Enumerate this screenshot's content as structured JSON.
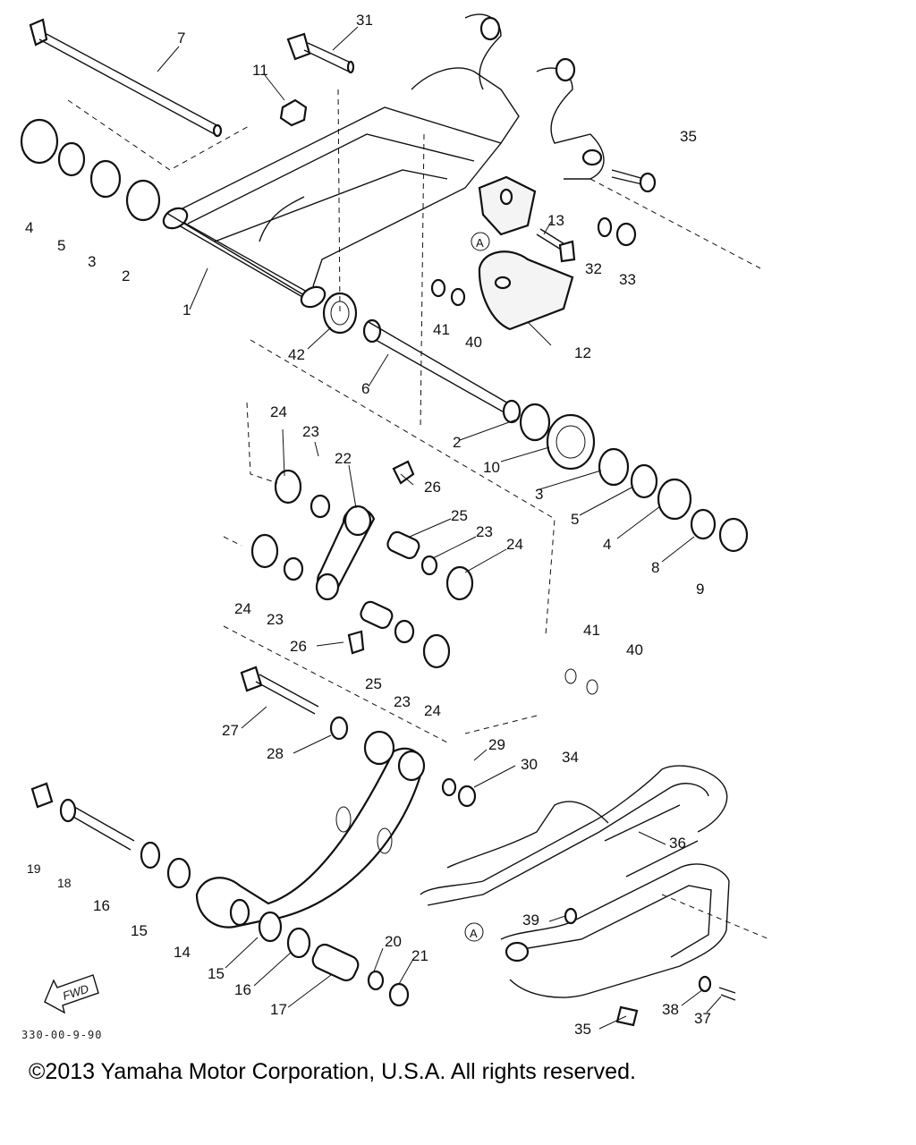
{
  "labels": {
    "l1": "1",
    "l2a": "2",
    "l2b": "2",
    "l3a": "3",
    "l3b": "3",
    "l4a": "4",
    "l4b": "4",
    "l5a": "5",
    "l5b": "5",
    "l6": "6",
    "l7": "7",
    "l8": "8",
    "l9": "9",
    "l10": "10",
    "l11": "11",
    "l12": "12",
    "l13": "13",
    "l14": "14",
    "l15a": "15",
    "l15b": "15",
    "l16a": "16",
    "l16b": "16",
    "l17": "17",
    "l18": "18",
    "l19": "19",
    "l20": "20",
    "l21": "21",
    "l22": "22",
    "l23a": "23",
    "l23b": "23",
    "l23c": "23",
    "l23d": "23",
    "l24a": "24",
    "l24b": "24",
    "l24c": "24",
    "l24d": "24",
    "l25a": "25",
    "l25b": "25",
    "l26a": "26",
    "l26b": "26",
    "l27": "27",
    "l28": "28",
    "l29": "29",
    "l30": "30",
    "l31": "31",
    "l32": "32",
    "l33": "33",
    "l34": "34",
    "l35a": "35",
    "l35b": "35",
    "l36": "36",
    "l37": "37",
    "l38": "38",
    "l39": "39",
    "l40a": "40",
    "l40b": "40",
    "l41a": "41",
    "l41b": "41",
    "l42": "42",
    "lA1": "A",
    "lA2": "A",
    "lFWD": "FWD"
  },
  "drawing_code": "330-00-9-90",
  "copyright": "©2013 Yamaha Motor Corporation, U.S.A. All rights reserved."
}
